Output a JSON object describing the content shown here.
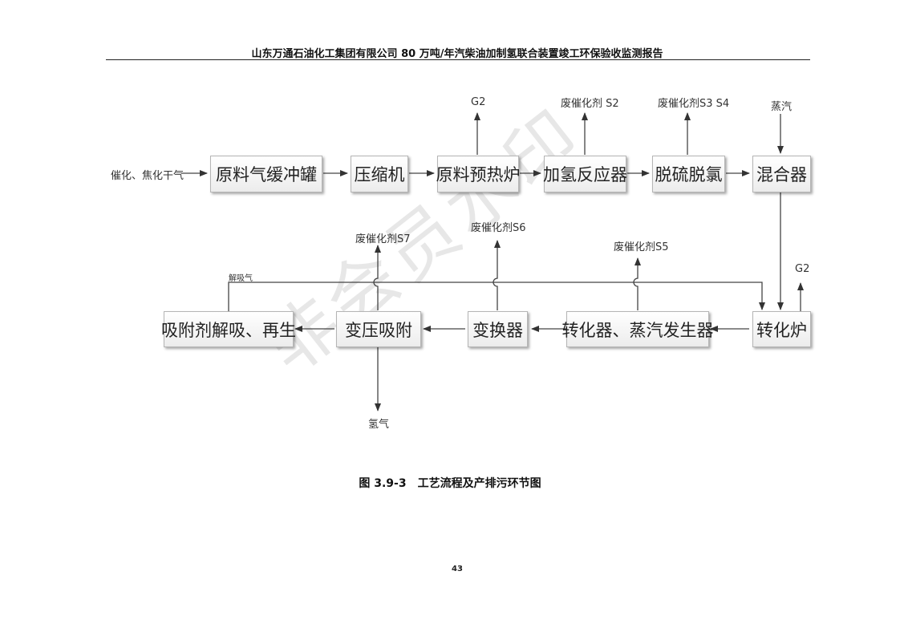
{
  "header": {
    "title": "山东万通石油化工集团有限公司 80 万吨/年汽柴油加制氢联合装置竣工环保验收监测报告"
  },
  "watermark": "非会员水印",
  "diagram": {
    "boxes": {
      "buffer_tank": "原料气缓冲罐",
      "compressor": "压缩机",
      "preheat_furnace": "原料预热炉",
      "hydro_reactor": "加氢反应器",
      "desulfurization": "脱硫脱氯",
      "mixer": "混合器",
      "reformer": "转化炉",
      "converter_steam": "转化器、蒸汽发生器",
      "shift_converter": "变换器",
      "psa": "变压吸附",
      "regeneration": "吸附剂解吸、再生"
    },
    "labels": {
      "feed": "催化、焦化干气",
      "g2_top": "G2",
      "s2": "废催化剂 S2",
      "s3s4": "废催化剂S3 S4",
      "steam": "蒸汽",
      "g2_right": "G2",
      "s7": "废催化剂S7",
      "s6": "废催化剂S6",
      "s5": "废催化剂S5",
      "desorb_gas": "解吸气",
      "hydrogen": "氢气"
    }
  },
  "caption": "图 3.9-3　工艺流程及产排污环节图",
  "page_number": "43"
}
